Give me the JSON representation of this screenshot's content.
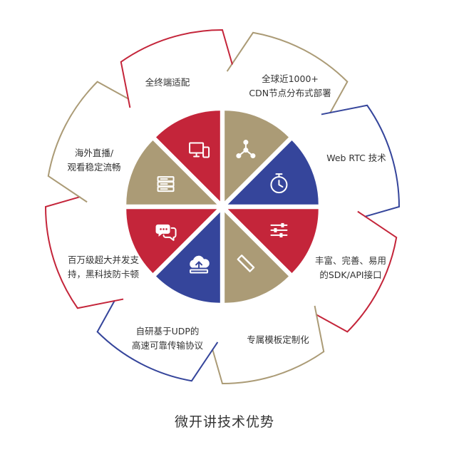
{
  "colors": {
    "red": "#c4253a",
    "gold": "#ab9b76",
    "blue": "#35459b",
    "icon": "#ffffff",
    "outline_red": "#c4253a",
    "outline_gold": "#ab9b76",
    "outline_blue": "#35459b"
  },
  "segments": [
    {
      "id": "cdn",
      "lines": [
        "全球近1000+",
        "CDN节点分布式部署"
      ],
      "color": "gold",
      "outline": "gold",
      "icon": "network-nodes-icon"
    },
    {
      "id": "webrtc",
      "lines": [
        "Web RTC 技术"
      ],
      "color": "blue",
      "outline": "blue",
      "icon": "stopwatch-icon"
    },
    {
      "id": "sdk",
      "lines": [
        "丰富、完善、易用",
        "的SDK/API接口"
      ],
      "color": "red",
      "outline": "red",
      "icon": "sliders-icon"
    },
    {
      "id": "template",
      "lines": [
        "专属模板定制化"
      ],
      "color": "gold",
      "outline": "gold",
      "icon": "edit-ruler-icon"
    },
    {
      "id": "udp",
      "lines": [
        "自研基于UDP的",
        "高速可靠传输协议"
      ],
      "color": "blue",
      "outline": "blue",
      "icon": "cloud-upload-icon"
    },
    {
      "id": "concurrency",
      "lines": [
        "百万级超大并发支",
        "持，黑科技防卡顿"
      ],
      "color": "red",
      "outline": "red",
      "icon": "chat-bubbles-icon"
    },
    {
      "id": "overseas",
      "lines": [
        "海外直播/",
        "观看稳定流畅"
      ],
      "color": "gold",
      "outline": "gold",
      "icon": "server-icon"
    },
    {
      "id": "terminal",
      "lines": [
        "全终端适配"
      ],
      "color": "red",
      "outline": "red",
      "icon": "devices-icon"
    }
  ],
  "caption": "微开讲技术优势"
}
